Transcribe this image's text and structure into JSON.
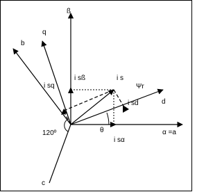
{
  "diagram": {
    "labels": {
      "beta": "ß",
      "b": "b",
      "q": "q",
      "isb": "i sß",
      "is": "i s",
      "psir": "Ψr",
      "isq": "i sq",
      "d": "d",
      "isd": "i sd",
      "angle120": "120º",
      "theta": "θ",
      "alpha_a": "α =a",
      "isalpha": "i sα",
      "c": "c"
    },
    "colors": {
      "line": "#000000",
      "background": "#ffffff"
    }
  }
}
